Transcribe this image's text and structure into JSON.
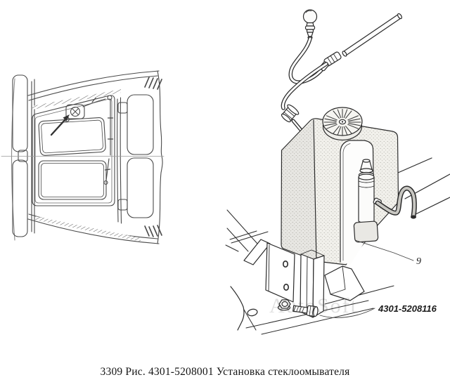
{
  "caption": "3309 Рис. 4301-5208001  Установка стеклоомывателя",
  "watermark": "AutoSoft",
  "labels": {
    "callout_9": "9",
    "part_number": "4301-5208116"
  },
  "colors": {
    "line": "#2b2b2b",
    "inset_line": "#4a4a4a",
    "paper": "#ffffff",
    "watermark": "#c9c9c9",
    "tank_fill": "#f1f0eb"
  }
}
